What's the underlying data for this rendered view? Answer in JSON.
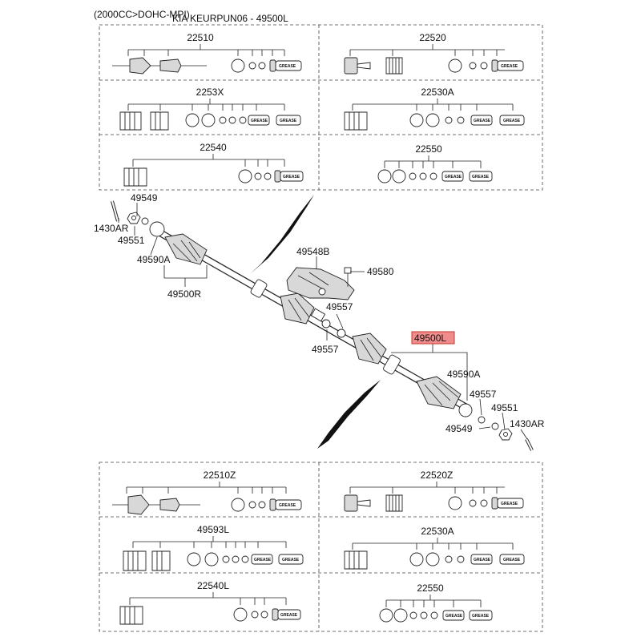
{
  "header": {
    "title_left": "(2000CC>DOHC-MPI)",
    "title_right": "KIA KEURPUN06 - 49500L"
  },
  "kit_labels": {
    "top_l1": "22510",
    "top_r1": "22520",
    "top_l2": "2253X",
    "top_r2": "22530A",
    "top_l3": "22540",
    "top_r3": "22550",
    "bot_l1": "22510Z",
    "bot_r1": "22520Z",
    "bot_l2": "49593L",
    "bot_r2": "22530A",
    "bot_l3": "22540L",
    "bot_r3": "22550"
  },
  "grease_label": "GREASE",
  "callouts": {
    "c49549a": "49549",
    "c1430a": "1430AR",
    "c49551a": "49551",
    "c49590a1": "49590A",
    "c49500r": "49500R",
    "c49548b": "49548B",
    "c49580": "49580",
    "c49557a": "49557",
    "c49557b": "49557",
    "c49500l": "49500L",
    "c49590a2": "49590A",
    "c49557c": "49557",
    "c49551b": "49551",
    "c49549b": "49549",
    "c1430b": "1430AR"
  },
  "highlight_color": "#f28b8b"
}
